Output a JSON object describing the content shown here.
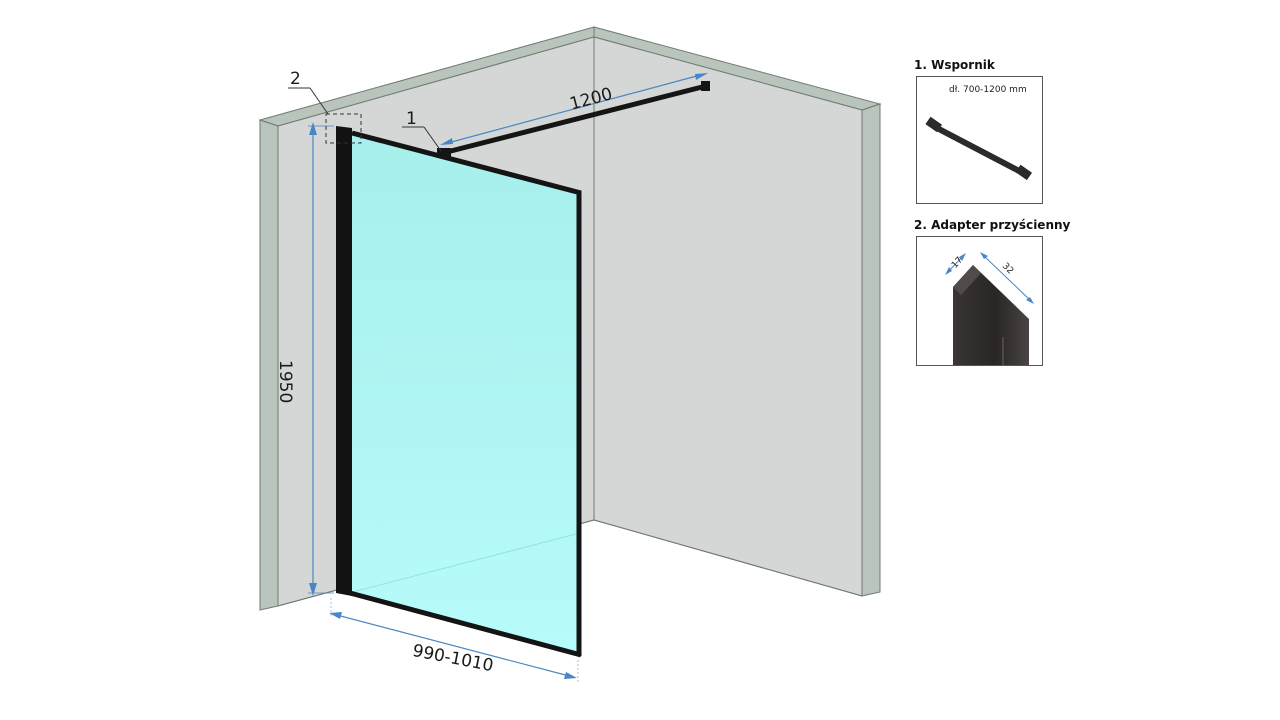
{
  "diagram": {
    "dimensions": {
      "width_top": "1200",
      "height": "1950",
      "width_bottom": "990-1010"
    },
    "callouts": {
      "bracket": "1",
      "adapter": "2"
    }
  },
  "details": {
    "bracket": {
      "title": "1. Wspornik",
      "note": "dł. 700-1200 mm"
    },
    "adapter": {
      "title": "2. Adapter przyścienny",
      "dim_a": "17",
      "dim_b": "32"
    }
  },
  "colors": {
    "wall_face": "#d3d6d4",
    "wall_edge": "#b9c4bd",
    "glass": "#a9f3ef",
    "frame": "#141414",
    "dimension": "#4a86c5"
  }
}
